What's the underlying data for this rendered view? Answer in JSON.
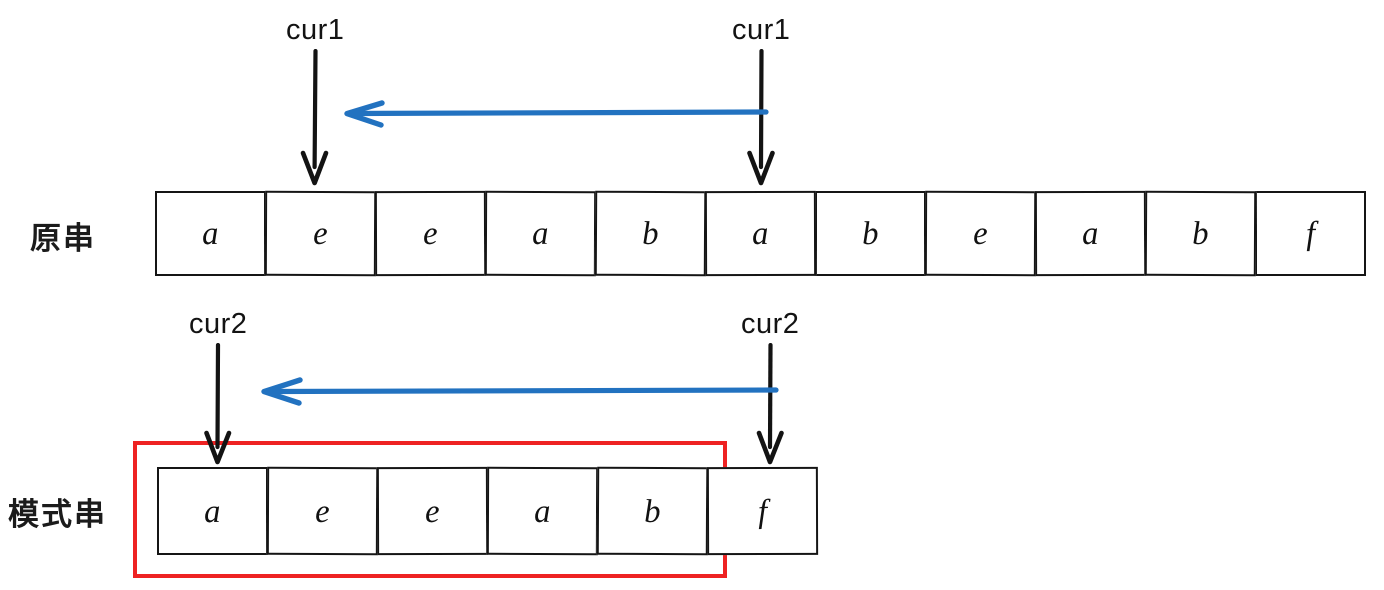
{
  "diagram": {
    "title": "KMP string matching pointer diagram",
    "colors": {
      "ink": "#151515",
      "arrow_blue": "#2272C0",
      "highlight_red": "#EE2222",
      "background": "#FFFFFF"
    }
  },
  "rows": {
    "source": {
      "label": "原串",
      "cells": [
        "a",
        "e",
        "e",
        "a",
        "b",
        "a",
        "b",
        "e",
        "a",
        "b",
        "f"
      ],
      "cell_count": 11
    },
    "pattern": {
      "label": "模式串",
      "cells": [
        "a",
        "e",
        "e",
        "a",
        "b",
        "f"
      ],
      "cell_count": 6,
      "highlight": {
        "name": "prefix-highlight",
        "covers_cells": [
          "a",
          "e",
          "e",
          "a",
          "b"
        ],
        "color": "#EE2222"
      }
    }
  },
  "pointers": {
    "source_target": {
      "label": "cur1",
      "points_to_index": 1,
      "points_to_char": "e"
    },
    "source_origin": {
      "label": "cur1",
      "points_to_index": 5,
      "points_to_char": "a"
    },
    "pattern_target": {
      "label": "cur2",
      "points_to_index": 0,
      "points_to_char": "a"
    },
    "pattern_origin": {
      "label": "cur2",
      "points_to_index": 5,
      "points_to_char": "f"
    }
  },
  "motion_arrows": {
    "source_move": {
      "name": "cur1-move-left",
      "direction": "left",
      "color": "#2272C0"
    },
    "pattern_move": {
      "name": "cur2-move-left",
      "direction": "left",
      "color": "#2272C0"
    }
  }
}
